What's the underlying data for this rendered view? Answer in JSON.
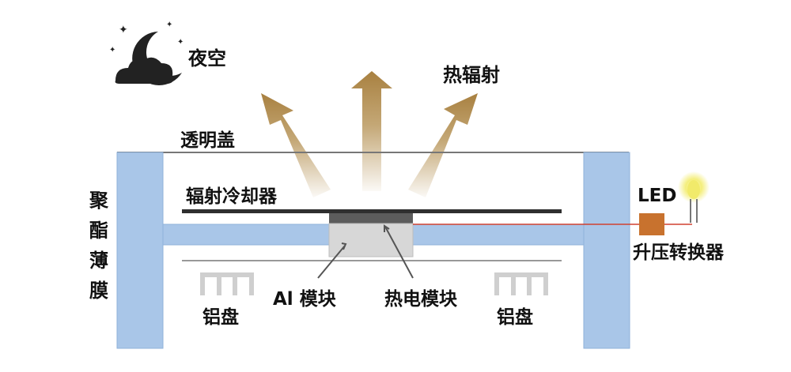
{
  "labels": {
    "night_sky": "夜空",
    "thermal_radiation": "热辐射",
    "transparent_cover": "透明盖",
    "radiative_cooler": "辐射冷却器",
    "polyester_film": [
      "聚",
      "酯",
      "薄",
      "膜"
    ],
    "led": "LED",
    "boost_converter": "升压转换器",
    "al_module": "Al 模块",
    "thermoelectric_module": "热电模块",
    "aluminum_plate_left": "铝盘",
    "aluminum_plate_right": "铝盘"
  },
  "icons": {
    "sky": "moon-cloud-stars-icon",
    "led": "led-bulb-icon"
  },
  "colors": {
    "frame": "#a9c6e8",
    "frame_edge": "#8fb2da",
    "arrow": "#b08a48",
    "cooler_plate": "#2f2f2f",
    "module_top": "#5c5c5c",
    "module_body": "#d7d7d7",
    "converter": "#c8722e",
    "wire": "#d04030",
    "led_glow": "#f4ee7a",
    "plate_fin": "#cfcfcf"
  }
}
